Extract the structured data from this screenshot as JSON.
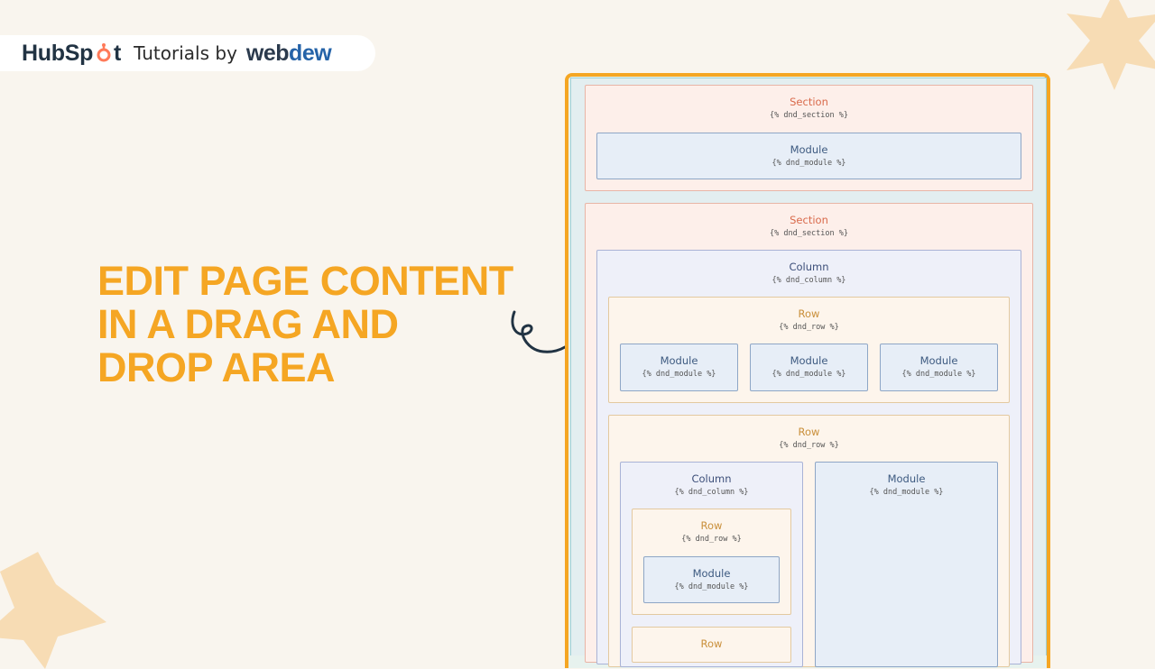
{
  "brand": {
    "hubspot_pre": "HubSp",
    "hubspot_post": "t",
    "tutorials_by": "Tutorials by",
    "webdew_a": "web",
    "webdew_b": "dew"
  },
  "headline": {
    "line1": "EDIT PAGE CONTENT",
    "line2": "IN A DRAG AND",
    "line3": "DROP AREA"
  },
  "colors": {
    "accent": "#f5a623",
    "background": "#f9f5ee",
    "section": "#fdefea",
    "column": "#eef0f9",
    "row": "#fdf5ec",
    "module": "#e7eef7"
  },
  "diagram": {
    "section1": {
      "title": "Section",
      "code": "{% dnd_section %}"
    },
    "section1_module": {
      "title": "Module",
      "code": "{% dnd_module %}"
    },
    "section2": {
      "title": "Section",
      "code": "{% dnd_section %}"
    },
    "column1": {
      "title": "Column",
      "code": "{% dnd_column %}"
    },
    "row1": {
      "title": "Row",
      "code": "{% dnd_row %}"
    },
    "row1_modules": [
      {
        "title": "Module",
        "code": "{% dnd_module %}"
      },
      {
        "title": "Module",
        "code": "{% dnd_module %}"
      },
      {
        "title": "Module",
        "code": "{% dnd_module %}"
      }
    ],
    "row2": {
      "title": "Row",
      "code": "{% dnd_row %}"
    },
    "column2": {
      "title": "Column",
      "code": "{% dnd_column %}"
    },
    "row2_module": {
      "title": "Module",
      "code": "{% dnd_module %}"
    },
    "row3": {
      "title": "Row",
      "code": "{% dnd_row %}"
    },
    "row3_module": {
      "title": "Module",
      "code": "{% dnd_module %}"
    },
    "row4": {
      "title": "Row"
    }
  }
}
